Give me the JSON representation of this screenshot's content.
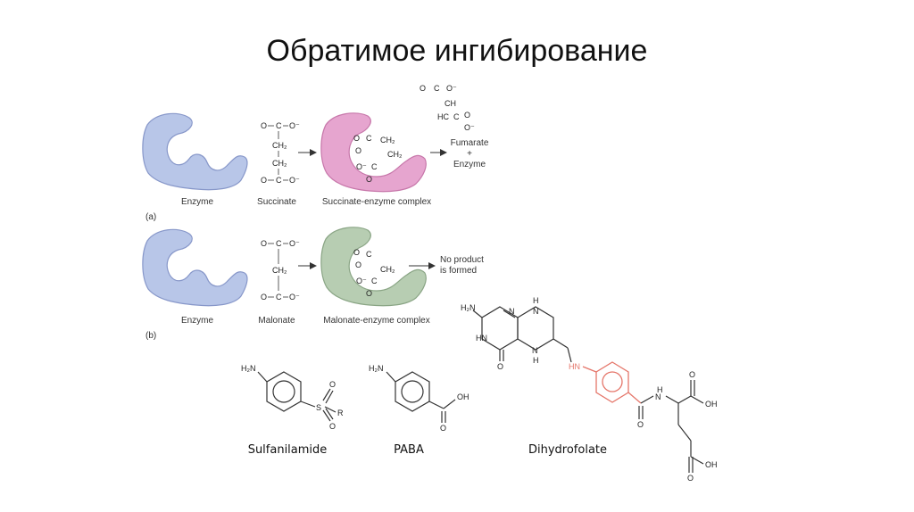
{
  "title": "Обратимое ингибирование",
  "panel_a": {
    "tag": "(a)",
    "enzyme_label": "Enzyme",
    "substrate_label": "Succinate",
    "complex_label": "Succinate-enzyme complex",
    "product_line1": "Fumarate",
    "product_line2": "+",
    "product_line3": "Enzyme"
  },
  "panel_b": {
    "tag": "(b)",
    "enzyme_label": "Enzyme",
    "inhibitor_label": "Malonate",
    "complex_label": "Malonate-enzyme complex",
    "result_line1": "No product",
    "result_line2": "is formed"
  },
  "molecules": {
    "sulfanilamide": "Sulfanilamide",
    "paba": "PABA",
    "dihydrofolate": "Dihydrofolate"
  },
  "atoms": {
    "o_minus": "O⁻",
    "o": "O",
    "c": "C",
    "ch2": "CH₂",
    "ch": "CH",
    "hc": "HC",
    "h2n": "H₂N",
    "hn": "HN",
    "n": "N",
    "h": "H",
    "s": "S",
    "r": "R",
    "oh": "OH",
    "nh": "N"
  },
  "colors": {
    "enzyme": "#b8c6e8",
    "enzyme_edge": "#8797c9",
    "succinate_complex": "#e6a5cf",
    "succinate_complex_edge": "#c777aa",
    "malonate_complex": "#b7cdb2",
    "malonate_complex_edge": "#8aa585",
    "highlight": "#e5766a"
  }
}
